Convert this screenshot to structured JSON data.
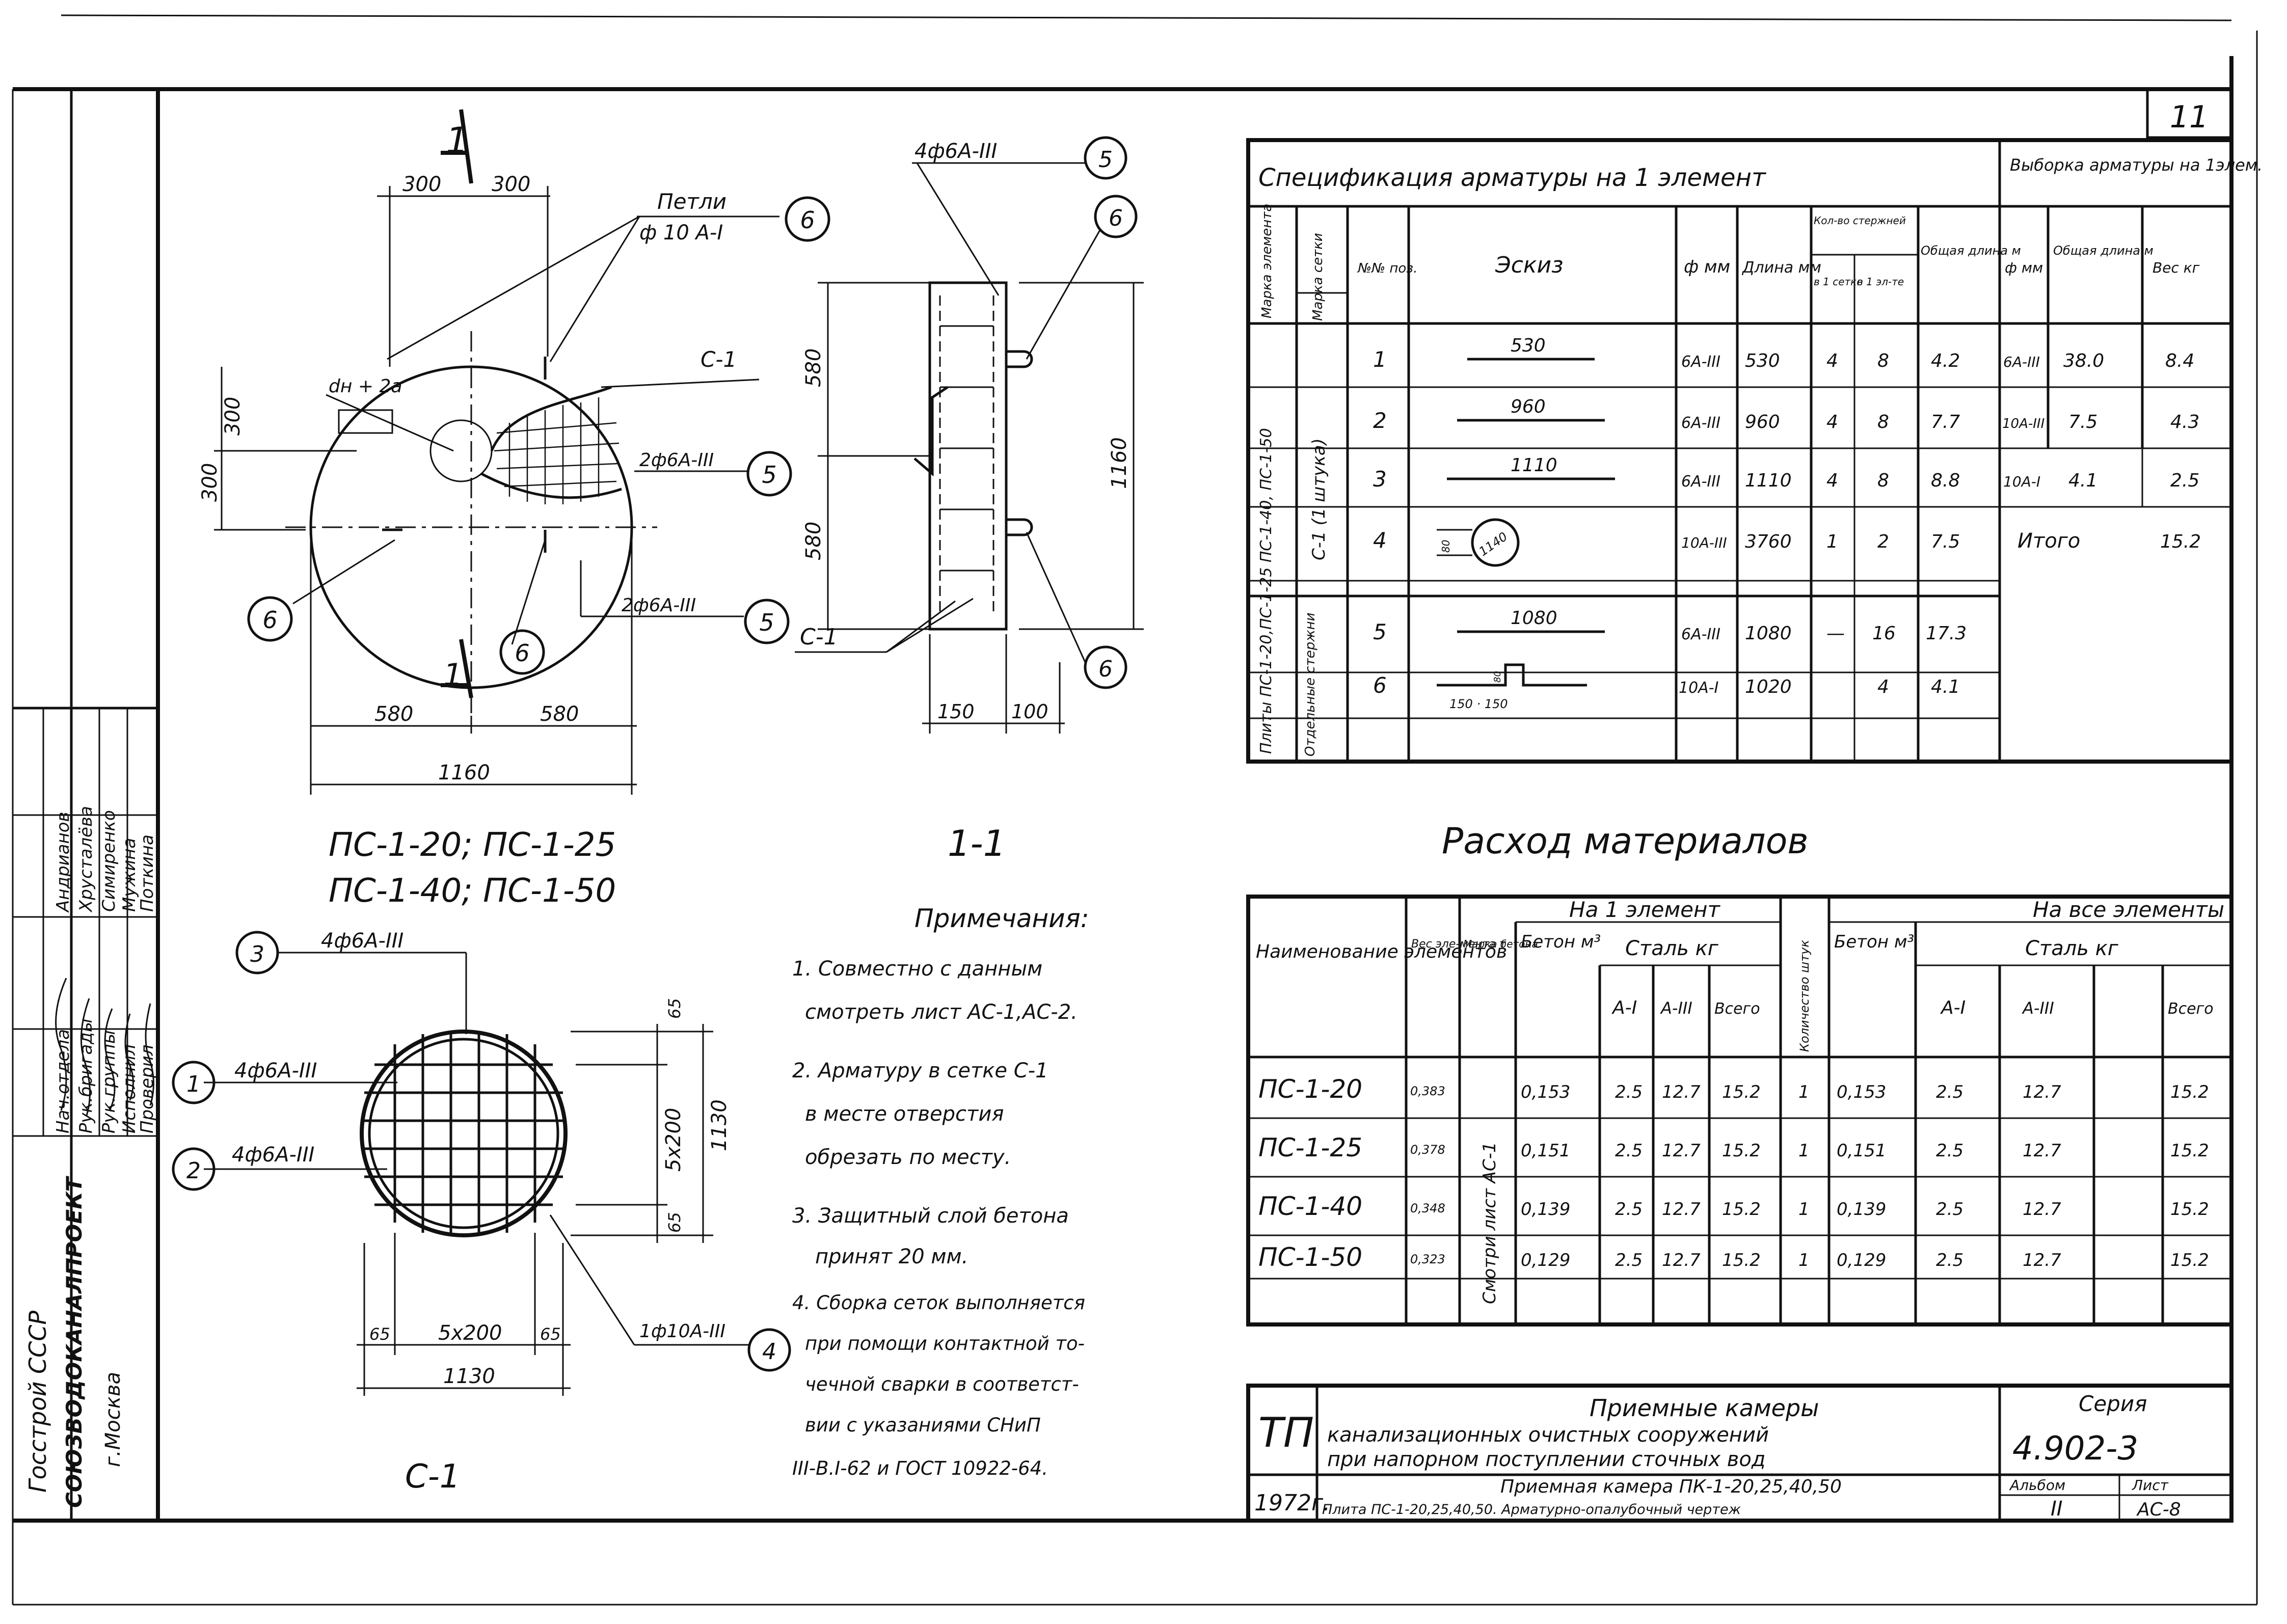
{
  "sheet_number": "11",
  "left_stamp": {
    "org_lines": [
      "Госстрой СССР",
      "СОЮЗВОДОКАНАЛПРОЕКТ",
      "г.Москва"
    ],
    "roles": [
      "Нач.отдела",
      "Рук.бригады",
      "Рук.группы",
      "Исполнил",
      "Проверил"
    ],
    "names": [
      "Андрианов",
      "Хрусталёва",
      "Симиренко",
      "Мужина",
      "Поткина"
    ]
  },
  "views": {
    "plan_caption_line1": "ПС-1-20; ПС-1-25",
    "plan_caption_line2": "ПС-1-40; ПС-1-50",
    "section_caption": "1-1",
    "mesh_caption": "С-1",
    "section_mark": "1",
    "callouts": [
      "1",
      "2",
      "3",
      "4",
      "5",
      "6"
    ],
    "plan_labels": {
      "loops": "Петли",
      "loops_rebar": "ф 10 А-I",
      "hole": "dн + 2a",
      "mesh": "С-1",
      "rebar_a": "2ф6А-III",
      "rebar_b": "2ф6А-III"
    },
    "plan_dims": [
      "300",
      "300",
      "300",
      "300",
      "580",
      "580",
      "1160"
    ],
    "section_labels": {
      "top_rebar": "4ф6А-III",
      "mesh": "С-1"
    },
    "section_dims": [
      "580",
      "580",
      "1160",
      "150",
      "100"
    ],
    "mesh_labels": {
      "r3": "4ф6А-III",
      "r1": "4ф6А-III",
      "r2": "4ф6А-III",
      "r4": "1ф10А-III"
    },
    "mesh_dims": [
      "5x200",
      "1130",
      "65",
      "65",
      "5x200",
      "65",
      "65",
      "1130"
    ]
  },
  "notes": {
    "title": "Примечания:",
    "lines": [
      "1. Совместно с данным",
      "смотреть лист АС-1,АС-2.",
      "2. Арматуру в сетке С-1",
      "в месте отверстия",
      "обрезать по месту.",
      "3. Защитный слой бетона",
      "принят 20 мм.",
      "4. Сборка сеток выполняется",
      "при помощи контактной то-",
      "чечной сварки в соответст-",
      "вии с указаниями СНиП",
      "III-В.I-62 и ГОСТ 10922-64."
    ]
  },
  "spec_table": {
    "title": "Спецификация арматуры на 1 элемент",
    "title_right": "Выборка арматуры на 1элем.",
    "headers": [
      "Марка элемента",
      "Марка сетки",
      "№№ поз.",
      "Эскиз",
      "ф мм",
      "Длина мм",
      "Кол-во стержней",
      "в 1 сетке",
      "в 1 эл-те",
      "Общая длина м",
      "ф мм",
      "Общая длина м",
      "Вес кг"
    ],
    "element_group": "Плиты ПС-1-20,ПС-1-25 ПС-1-40, ПС-1-50",
    "mesh_group": "С-1 (1 штука)",
    "separate_group": "Отдельные стержни",
    "rows": [
      {
        "pos": "1",
        "sketch": "530",
        "dia": "6А-III",
        "len": "530",
        "per_mesh": "4",
        "per_el": "8",
        "total": "4.2"
      },
      {
        "pos": "2",
        "sketch": "960",
        "dia": "6А-III",
        "len": "960",
        "per_mesh": "4",
        "per_el": "8",
        "total": "7.7"
      },
      {
        "pos": "3",
        "sketch": "1110",
        "dia": "6А-III",
        "len": "1110",
        "per_mesh": "4",
        "per_el": "8",
        "total": "8.8"
      },
      {
        "pos": "4",
        "sketch": "1140",
        "dia": "10А-III",
        "len": "3760",
        "per_mesh": "1",
        "per_el": "2",
        "total": "7.5"
      },
      {
        "pos": "5",
        "sketch": "1080",
        "dia": "6А-III",
        "len": "1080",
        "per_mesh": "—",
        "per_el": "16",
        "total": "17.3"
      },
      {
        "pos": "6",
        "sketch": "150 · 150",
        "dia": "10А-I",
        "len": "1020",
        "per_mesh": "",
        "per_el": "4",
        "total": "4.1"
      }
    ],
    "sample": [
      {
        "dia": "6А-III",
        "len": "38.0",
        "weight": "8.4"
      },
      {
        "dia": "10А-III",
        "len": "7.5",
        "weight": "4.3"
      },
      {
        "dia": "10А-I",
        "len": "4.1",
        "weight": "2.5"
      }
    ],
    "total_label": "Итого",
    "total_weight": "15.2",
    "sketch_dims": [
      "80",
      "80",
      "150",
      "150"
    ]
  },
  "consumption": {
    "title": "Расход материалов",
    "group_one": "На 1 элемент",
    "group_all": "На все элементы",
    "steel": "Сталь кг",
    "headers": [
      "Наименование элементов",
      "Вес эле-мента т",
      "Марка бетона",
      "Бетон м³",
      "А-I",
      "А-III",
      "Всего",
      "Количество штук",
      "Бетон м³",
      "А-I",
      "А-III",
      "Всего"
    ],
    "grade_note": "Смотри лист АС-1",
    "rows": [
      {
        "name": "ПС-1-20",
        "weight": "0,383",
        "conc": "0,153",
        "a1": "2.5",
        "a3": "12.7",
        "sum": "15.2",
        "qty": "1",
        "conc_all": "0,153",
        "a1_all": "2.5",
        "a3_all": "12.7",
        "sum_all": "15.2"
      },
      {
        "name": "ПС-1-25",
        "weight": "0,378",
        "conc": "0,151",
        "a1": "2.5",
        "a3": "12.7",
        "sum": "15.2",
        "qty": "1",
        "conc_all": "0,151",
        "a1_all": "2.5",
        "a3_all": "12.7",
        "sum_all": "15.2"
      },
      {
        "name": "ПС-1-40",
        "weight": "0,348",
        "conc": "0,139",
        "a1": "2.5",
        "a3": "12.7",
        "sum": "15.2",
        "qty": "1",
        "conc_all": "0,139",
        "a1_all": "2.5",
        "a3_all": "12.7",
        "sum_all": "15.2"
      },
      {
        "name": "ПС-1-50",
        "weight": "0,323",
        "conc": "0,129",
        "a1": "2.5",
        "a3": "12.7",
        "sum": "15.2",
        "qty": "1",
        "conc_all": "0,129",
        "a1_all": "2.5",
        "a3_all": "12.7",
        "sum_all": "15.2"
      }
    ]
  },
  "title_block": {
    "tp": "ТП",
    "year": "1972г.",
    "line1": "Приемные камеры",
    "line2": "канализационных очистных сооружений",
    "line3": "при напорном поступлении сточных вод",
    "line4": "Приемная камера ПК-1-20,25,40,50",
    "line5": "Плита ПС-1-20,25,40,50. Арматурно-опалубочный чертеж",
    "series_label": "Серия",
    "series": "4.902-3",
    "album_label": "Альбом",
    "album": "II",
    "sheet_label": "Лист",
    "sheet": "АС-8"
  }
}
